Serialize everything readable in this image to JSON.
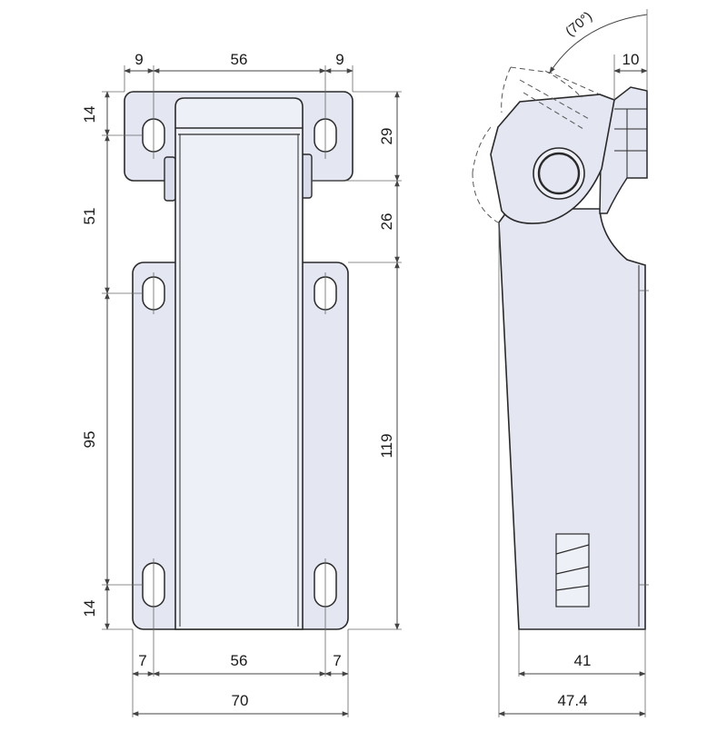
{
  "colors": {
    "part_fill": "#e4e6f1",
    "part_fill_light": "#eef0f7",
    "outline": "#2a2a2a",
    "dim_line": "#555555",
    "hidden": "#666666",
    "background": "#ffffff"
  },
  "front_view": {
    "top_offset_left": "9",
    "top_pitch": "56",
    "top_offset_right": "9",
    "bottom_offset_left": "7",
    "bottom_pitch": "56",
    "bottom_offset_right": "7",
    "overall_width": "70",
    "left_top_hole_offset": "14",
    "left_hole_span_upper": "51",
    "left_hole_span_lower": "95",
    "left_bottom_hole_offset": "14",
    "right_upper_leaf_height": "29",
    "right_gap_height": "26",
    "right_lower_leaf_height": "119"
  },
  "side_view": {
    "opening_angle": "(70°)",
    "leaf_thickness": "10",
    "base_width": "41",
    "overall_depth": "47.4"
  }
}
